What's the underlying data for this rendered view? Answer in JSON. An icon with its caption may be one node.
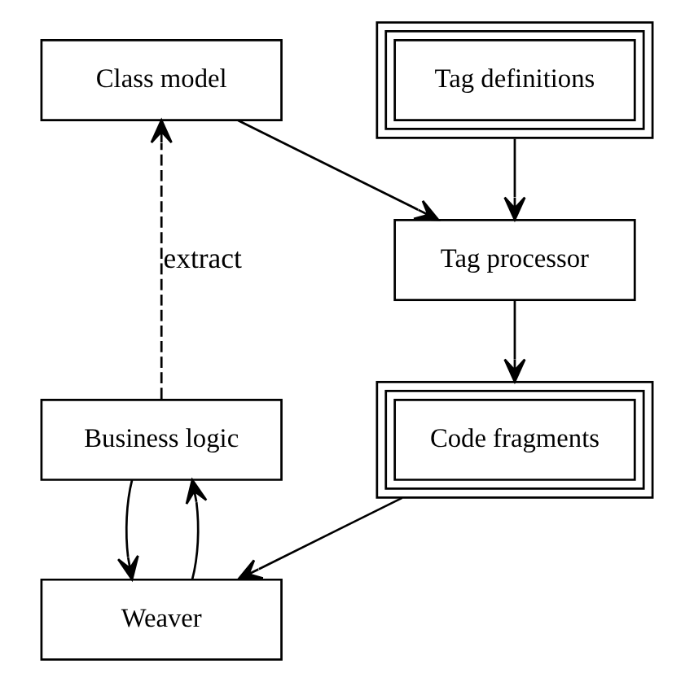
{
  "diagram": {
    "nodes": [
      {
        "text": [
          "Class model"
        ]
      },
      {
        "text": [
          "Tag definitions"
        ]
      },
      {
        "text": [
          "Tag processor"
        ]
      },
      {
        "text": [
          "Business logic"
        ]
      },
      {
        "text": [
          "Code fragments"
        ]
      },
      {
        "text": [
          "Weaver"
        ]
      }
    ],
    "edges": [
      {
        "from": 3,
        "to": 0,
        "arrow": "to",
        "label": "extract",
        "style": "dashed"
      },
      {
        "from": 0,
        "to": 2,
        "arrow": "to"
      },
      {
        "from": 1,
        "to": 2,
        "arrow": "to"
      },
      {
        "from": 2,
        "to": 4,
        "arrow": "to"
      },
      {
        "from": 3,
        "to": 5,
        "arrow": "to"
      },
      {
        "from": 4,
        "to": 5,
        "arrow": "to"
      },
      {
        "from": 5,
        "to": 3,
        "arrow": "to"
      }
    ]
  }
}
